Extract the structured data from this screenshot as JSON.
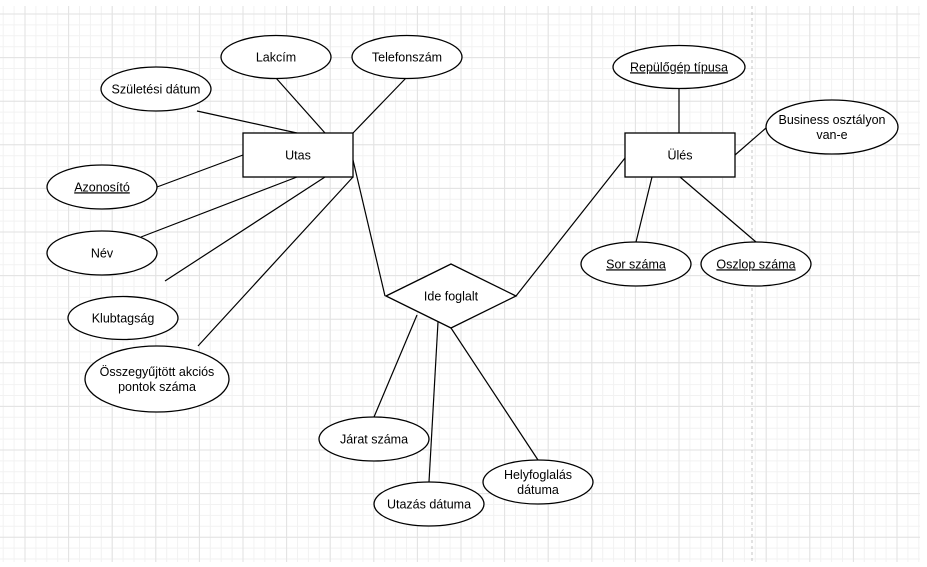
{
  "diagram": {
    "type": "er-diagram",
    "colors": {
      "line": "#000000",
      "fill": "#ffffff",
      "grid_major": "#e2e2e2",
      "grid_minor": "#f2f2f2",
      "page_break": "#c0c0c0"
    },
    "entities": [
      {
        "id": "utas",
        "label": "Utas"
      },
      {
        "id": "ules",
        "label": "Ülés"
      }
    ],
    "relationships": [
      {
        "id": "ide_foglalt",
        "label": "Ide foglalt",
        "connects": [
          "utas",
          "ules"
        ]
      }
    ],
    "attributes": [
      {
        "id": "szuletesi_datum",
        "label": [
          "Születési dátum"
        ],
        "owner": "utas",
        "key": false
      },
      {
        "id": "lakcim",
        "label": [
          "Lakcím"
        ],
        "owner": "utas",
        "key": false
      },
      {
        "id": "telefonszam",
        "label": [
          "Telefonszám"
        ],
        "owner": "utas",
        "key": false
      },
      {
        "id": "azonosito",
        "label": [
          "Azonosító"
        ],
        "owner": "utas",
        "key": true
      },
      {
        "id": "nev",
        "label": [
          "Név"
        ],
        "owner": "utas",
        "key": false
      },
      {
        "id": "klubtagsag",
        "label": [
          "Klubtagság"
        ],
        "owner": "utas",
        "key": false
      },
      {
        "id": "akcios_pontok",
        "label": [
          "Összegyűjtött akciós",
          "pontok száma"
        ],
        "owner": "utas",
        "key": false
      },
      {
        "id": "repulogep_tipusa",
        "label": [
          "Repülőgép típusa"
        ],
        "owner": "ules",
        "key": true
      },
      {
        "id": "business",
        "label": [
          "Business osztályon",
          "van-e"
        ],
        "owner": "ules",
        "key": false
      },
      {
        "id": "sor_szama",
        "label": [
          "Sor száma"
        ],
        "owner": "ules",
        "key": true
      },
      {
        "id": "oszlop_szama",
        "label": [
          "Oszlop száma"
        ],
        "owner": "ules",
        "key": true
      },
      {
        "id": "jarat_szama",
        "label": [
          "Járat száma"
        ],
        "owner": "ide_foglalt",
        "key": false
      },
      {
        "id": "utazas_datuma",
        "label": [
          "Utazás dátuma"
        ],
        "owner": "ide_foglalt",
        "key": false
      },
      {
        "id": "helyfoglalas_datuma",
        "label": [
          "Helyfoglalás",
          "dátuma"
        ],
        "owner": "ide_foglalt",
        "key": false
      }
    ]
  }
}
